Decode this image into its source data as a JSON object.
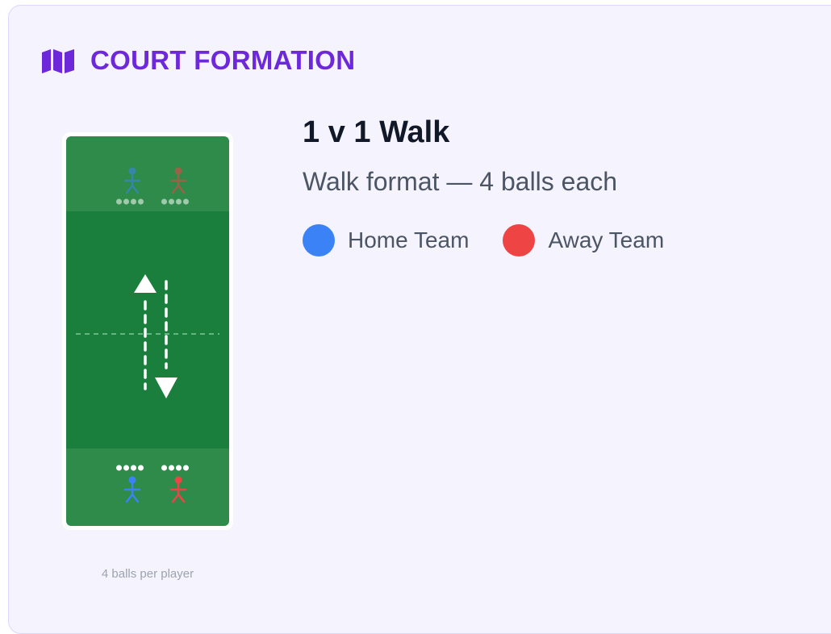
{
  "header": {
    "title": "COURT FORMATION",
    "icon": "map-icon",
    "icon_color": "#6d28d9"
  },
  "formation": {
    "title": "1 v 1 Walk",
    "description": "Walk format — 4 balls each"
  },
  "legend": [
    {
      "label": "Home Team",
      "color": "#3b82f6"
    },
    {
      "label": "Away Team",
      "color": "#ef4444"
    }
  ],
  "court": {
    "caption": "4 balls per player",
    "grass_color": "#1a7f3c",
    "zone_color": "#2e8b4a",
    "home_color": "#3b82f6",
    "away_color": "#ef4444",
    "balls_per_player": 4
  }
}
